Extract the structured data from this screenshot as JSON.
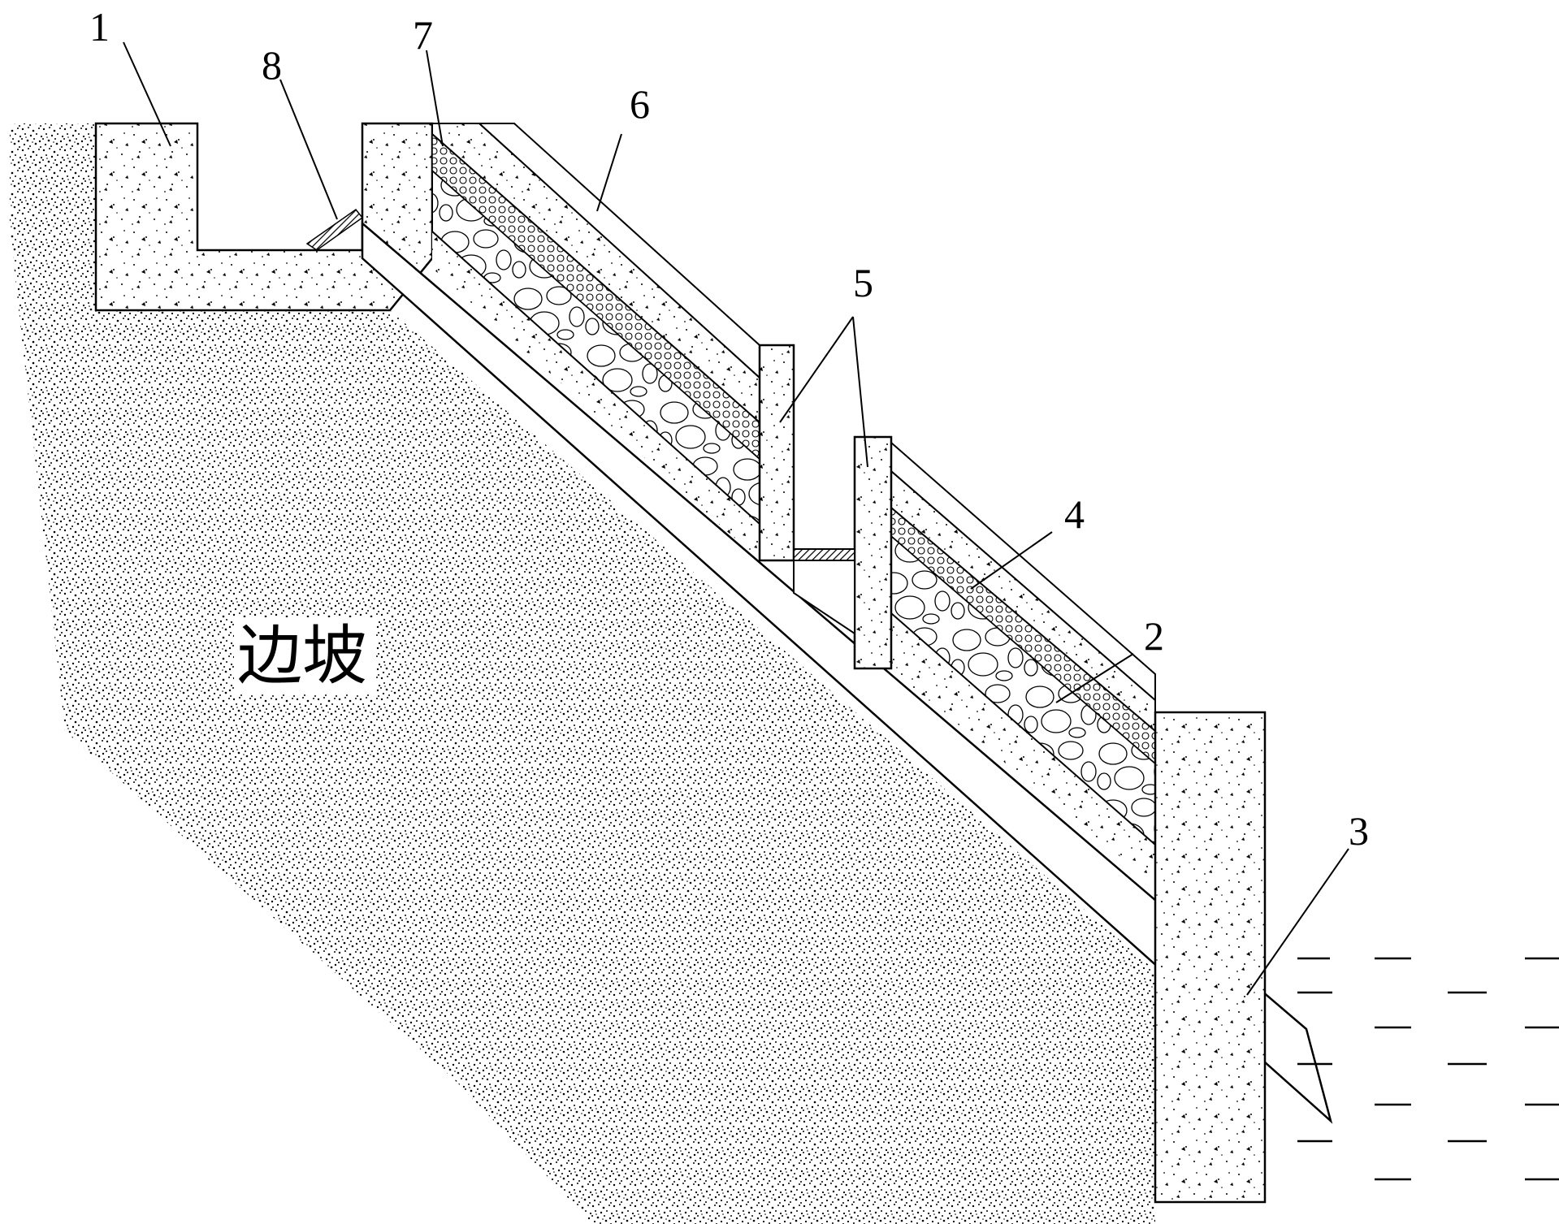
{
  "diagram": {
    "callouts": [
      "1",
      "8",
      "7",
      "6",
      "5",
      "4",
      "2",
      "3"
    ],
    "slope_label": "边坡"
  }
}
